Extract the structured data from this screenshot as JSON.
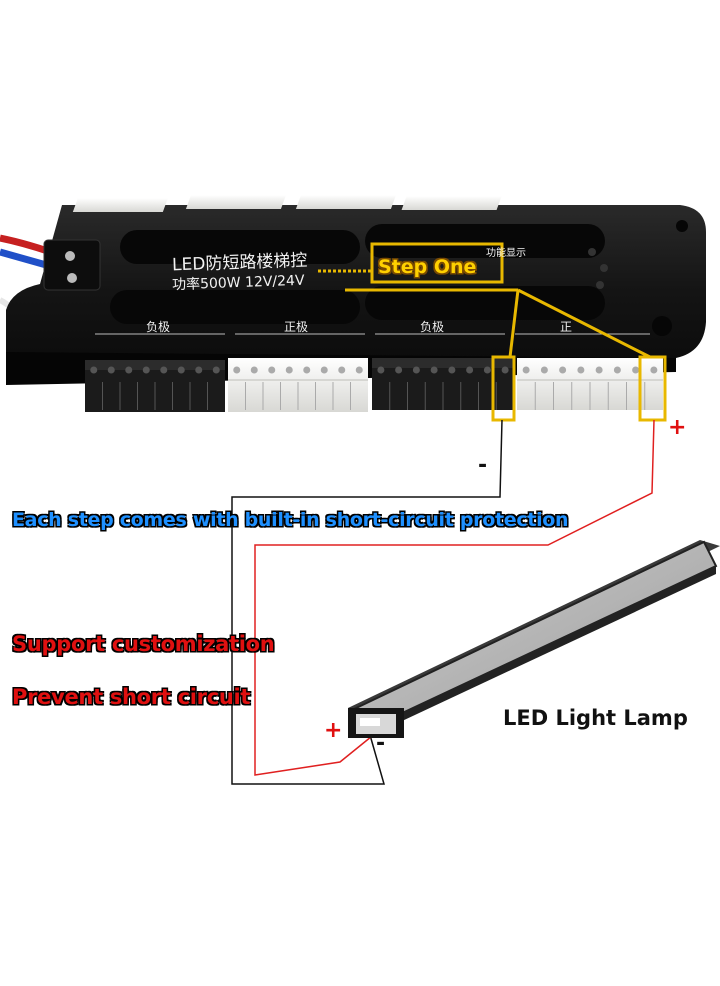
{
  "board": {
    "title": "LED防短路楼梯控",
    "spec": "功率500W 12V/24V",
    "function_display": "功能显示",
    "group_labels": [
      "负极",
      "正极",
      "负极",
      "正"
    ]
  },
  "callout": {
    "step_one": "Step One"
  },
  "captions": {
    "protection": "Each step comes with built-in short-circuit protection",
    "customization": "Support customization",
    "prevent": "Prevent short circuit",
    "lamp": "LED Light Lamp"
  },
  "signs": {
    "plus": "+",
    "minus": "-"
  },
  "colors": {
    "board": "#141414",
    "terminal_white": "#f1f1ef",
    "terminal_black": "#1b1b1b",
    "wire_red": "#e02020",
    "wire_black": "#111111",
    "highlight": "#ffd000",
    "caption_blue": "#1e90ff",
    "caption_red": "#e01010"
  }
}
